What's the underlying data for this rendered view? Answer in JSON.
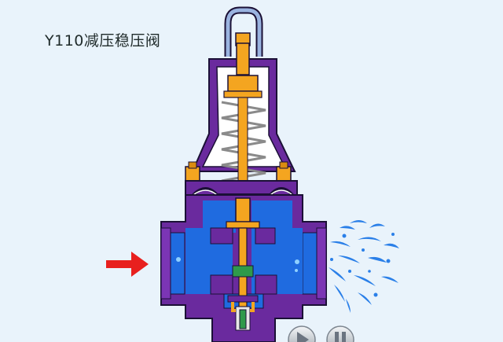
{
  "title": "Y110减压稳压阀",
  "colors": {
    "background": "#e9f3fb",
    "valve_body": "#6a2a9e",
    "outline": "#1b1036",
    "fluid": "#1f6be0",
    "spring_stem": "#f4a520",
    "bonnet_inner": "#ffffff",
    "inlet_arrow": "#e8201e",
    "spray": "#2a7fe8"
  },
  "controls": [
    {
      "name": "play-button",
      "icon": "play-icon"
    },
    {
      "name": "pause-button",
      "icon": "pause-icon"
    }
  ]
}
